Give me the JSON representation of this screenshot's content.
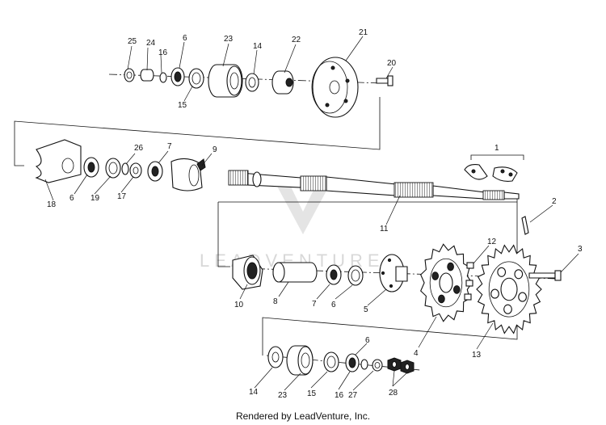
{
  "watermark": "LEADVENTURE",
  "footer": "Rendered by LeadVenture, Inc.",
  "callouts": [
    {
      "id": "c25a",
      "text": "25"
    },
    {
      "id": "c24",
      "text": "24"
    },
    {
      "id": "c16a",
      "text": "16"
    },
    {
      "id": "c6a",
      "text": "6"
    },
    {
      "id": "c15a",
      "text": "15"
    },
    {
      "id": "c23a",
      "text": "23"
    },
    {
      "id": "c14a",
      "text": "14"
    },
    {
      "id": "c22",
      "text": "22"
    },
    {
      "id": "c21",
      "text": "21"
    },
    {
      "id": "c20",
      "text": "20"
    },
    {
      "id": "c18",
      "text": "18"
    },
    {
      "id": "c6b",
      "text": "6"
    },
    {
      "id": "c19",
      "text": "19"
    },
    {
      "id": "c26",
      "text": "26"
    },
    {
      "id": "c17",
      "text": "17"
    },
    {
      "id": "c7a",
      "text": "7"
    },
    {
      "id": "c9",
      "text": "9"
    },
    {
      "id": "c1",
      "text": "1"
    },
    {
      "id": "c2",
      "text": "2"
    },
    {
      "id": "c11",
      "text": "11"
    },
    {
      "id": "c3",
      "text": "3"
    },
    {
      "id": "c12",
      "text": "12"
    },
    {
      "id": "c10",
      "text": "10"
    },
    {
      "id": "c8",
      "text": "8"
    },
    {
      "id": "c7b",
      "text": "7"
    },
    {
      "id": "c6c",
      "text": "6"
    },
    {
      "id": "c5",
      "text": "5"
    },
    {
      "id": "c4",
      "text": "4"
    },
    {
      "id": "c13",
      "text": "13"
    },
    {
      "id": "c6d",
      "text": "6"
    },
    {
      "id": "c14b",
      "text": "14"
    },
    {
      "id": "c23b",
      "text": "23"
    },
    {
      "id": "c15b",
      "text": "15"
    },
    {
      "id": "c16b",
      "text": "16"
    },
    {
      "id": "c27",
      "text": "27"
    },
    {
      "id": "c28",
      "text": "28"
    }
  ]
}
